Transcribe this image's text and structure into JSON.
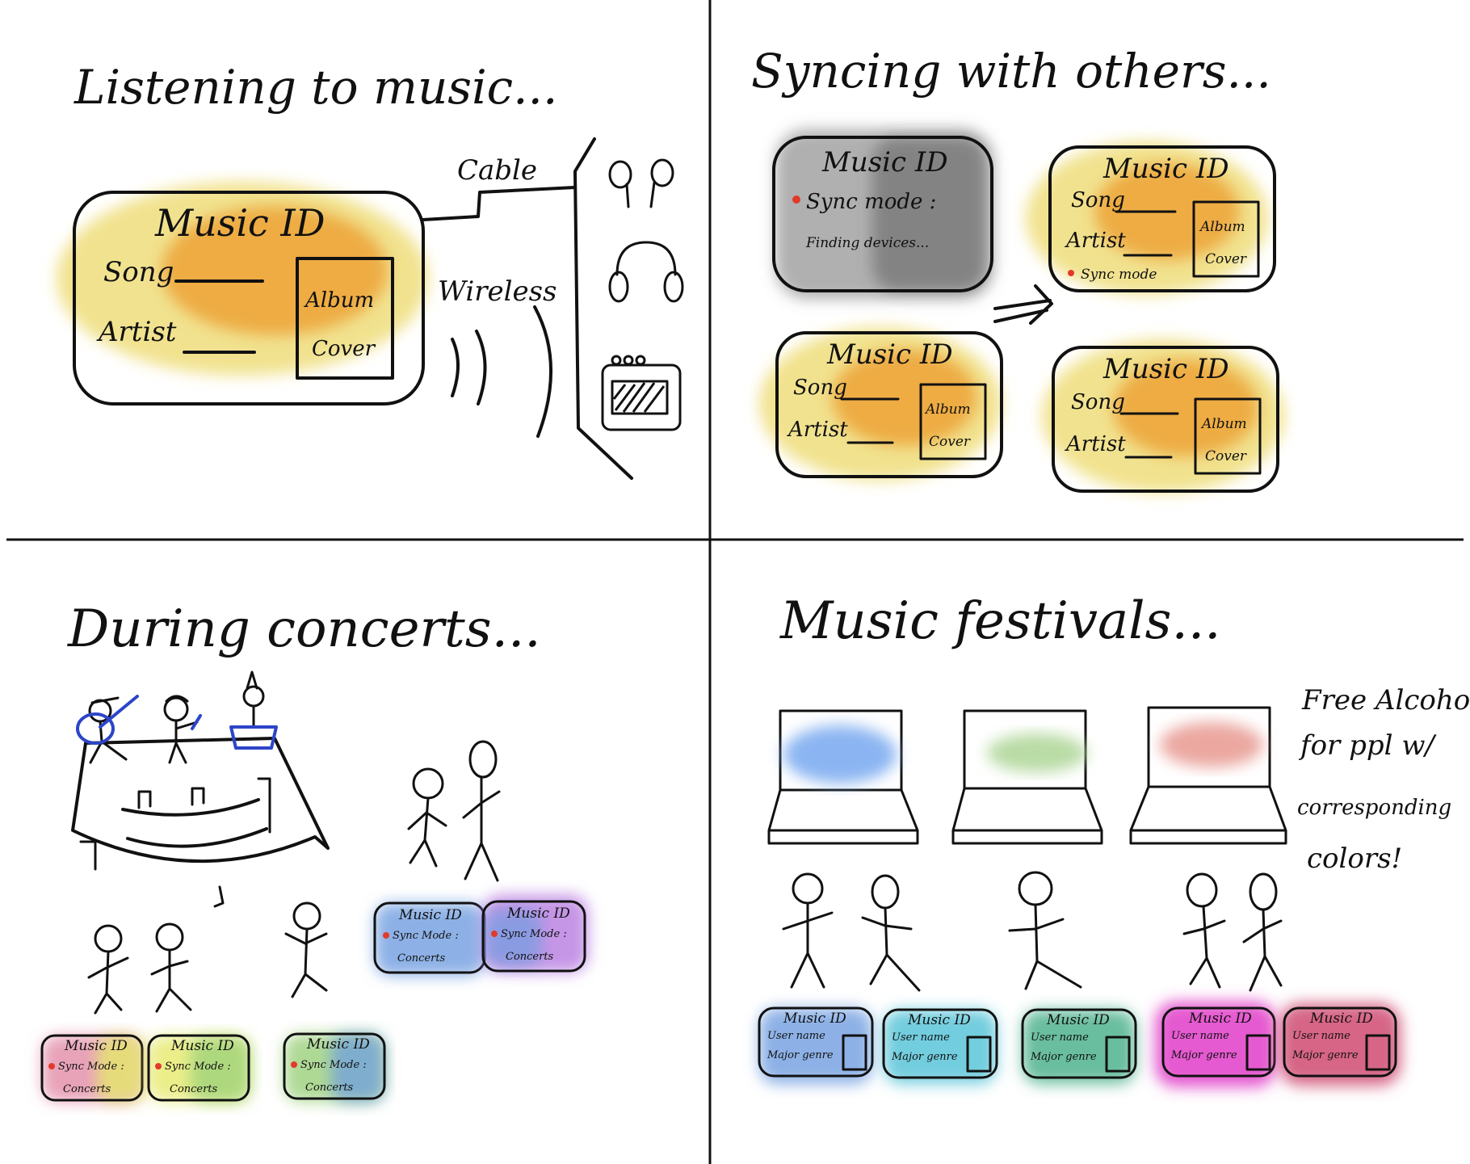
{
  "panels": {
    "top_left": {
      "title": "Listening to music...",
      "card": {
        "title": "Music ID",
        "song_label": "Song",
        "artist_label": "Artist",
        "album_line1": "Album",
        "album_line2": "Cover"
      },
      "cable_label": "Cable",
      "wireless_label": "Wireless",
      "devices": [
        "earbuds-icon",
        "headphones-icon",
        "speaker-icon"
      ]
    },
    "top_right": {
      "title": "Syncing with others...",
      "sync_card": {
        "title": "Music ID",
        "line1": "Sync mode :",
        "line2": "Finding devices..."
      },
      "synced_card": {
        "title": "Music ID",
        "song_label": "Song",
        "artist_label": "Artist",
        "album_line1": "Album",
        "album_line2": "Cover",
        "sync_label": "Sync mode"
      },
      "card": {
        "title": "Music ID",
        "song_label": "Song",
        "artist_label": "Artist",
        "album_line1": "Album",
        "album_line2": "Cover"
      }
    },
    "bottom_left": {
      "title": "During concerts...",
      "mini_card": {
        "title": "Music ID",
        "line1": "Sync Mode :",
        "line2": "Concerts"
      }
    },
    "bottom_right": {
      "title": "Music festivals...",
      "note": [
        "Free Alcohol",
        "for ppl w/",
        "corresponding",
        "colors!"
      ],
      "id_card": {
        "title": "Music ID",
        "user_label": "User name",
        "genre_label": "Major genre"
      }
    }
  },
  "colors": {
    "yellow": "#ecd86a",
    "orange": "#eda236",
    "gray": "#6d6d6d",
    "red_dot": "#e23a2a",
    "screen_blue": "#8bb5f2",
    "screen_green": "#b9dba5",
    "screen_pink": "#eba7a0",
    "blue": "#6f9ee0",
    "purple": "#b77ae0",
    "pink": "#e28ca8",
    "lime": "#e6ea6a",
    "green": "#9ad07a",
    "teal": "#59c4d8",
    "seagreen": "#4fb38e",
    "magenta": "#e03cc8",
    "crimson": "#cf4a72"
  }
}
